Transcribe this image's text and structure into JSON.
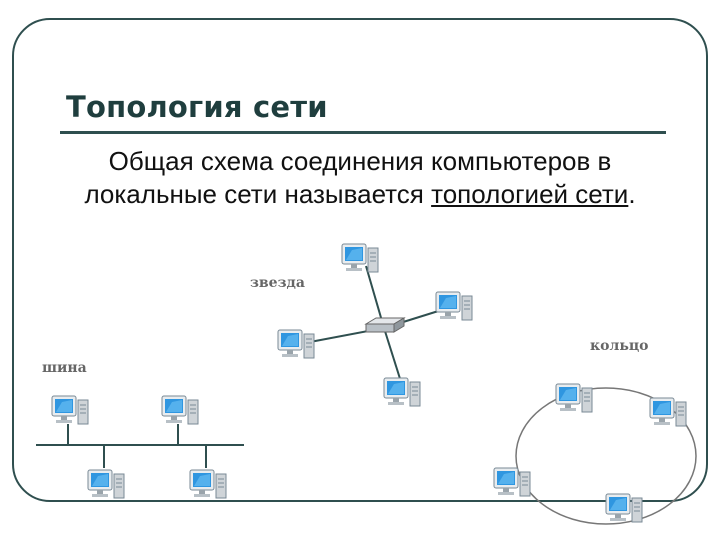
{
  "title": "Топология сети",
  "description": {
    "line1": "Общая схема соединения компьютеров в",
    "line2_prefix": "локальные сети называется ",
    "line2_term": "топологией сети",
    "line2_suffix": "."
  },
  "diagram": {
    "labels": {
      "star": "звезда",
      "ring": "кольцо",
      "bus": "шина"
    },
    "node_icon": "desktop-computer-icon",
    "hub_icon": "network-hub-icon",
    "colors": {
      "line": "#2f4f4f",
      "ring": "#777777",
      "screen": "#2f96e0",
      "case": "#cfd4d8"
    }
  }
}
